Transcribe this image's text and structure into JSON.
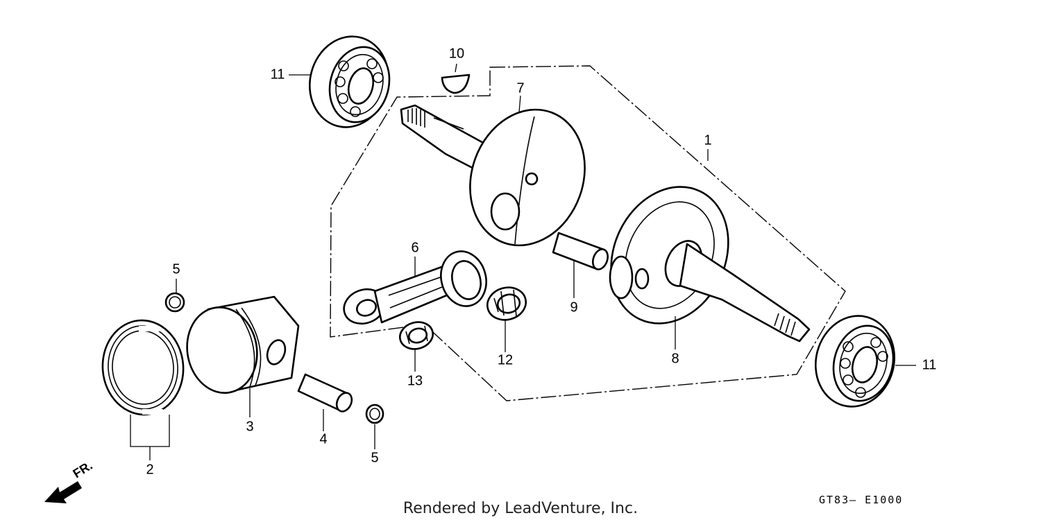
{
  "callouts": {
    "c1": "1",
    "c2": "2",
    "c3": "3",
    "c4": "4",
    "c5a": "5",
    "c5b": "5",
    "c6": "6",
    "c7": "7",
    "c8": "8",
    "c9": "9",
    "c10": "10",
    "c11a": "11",
    "c11b": "11",
    "c12": "12",
    "c13": "13"
  },
  "direction": {
    "label": "FR."
  },
  "footer": {
    "credit": "Rendered by LeadVenture, Inc.",
    "diagram_code": "GT83— E1000"
  }
}
